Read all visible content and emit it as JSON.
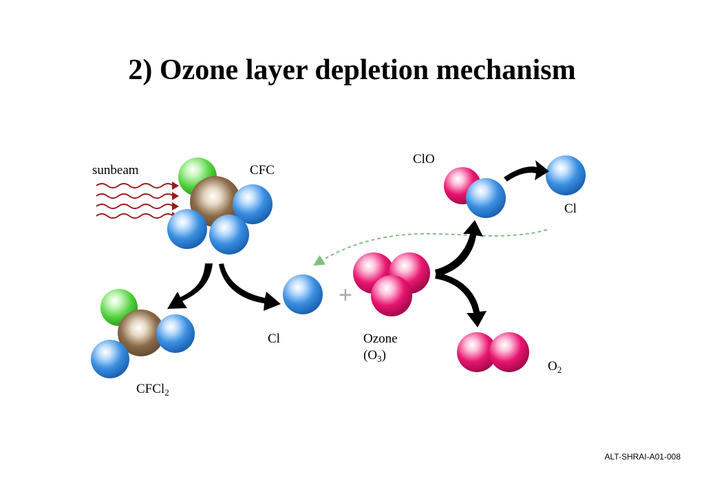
{
  "title": "2) Ozone layer depletion mechanism",
  "labels": {
    "sunbeam": "sunbeam",
    "cfc": "CFC",
    "clo": "ClO",
    "cl_top": "Cl",
    "cl_mid": "Cl",
    "ozone": "Ozone",
    "ozone_formula_prefix": "(O",
    "ozone_formula_sub": "3",
    "ozone_formula_suffix": ")",
    "o2_base": "O",
    "o2_sub": "2",
    "cfcl2_base": "CFCl",
    "cfcl2_sub": "2",
    "plus": "+"
  },
  "footer": "ALT-SHRAI-A01-008",
  "colors": {
    "chlorine": "#3a8fe0",
    "fluorine": "#4fd13a",
    "carbon": "#8a6a48",
    "oxygen": "#e8156f",
    "sunbeam": "#9a1a1a",
    "arrow": "#000000",
    "regen_arrow": "#7fc07f"
  }
}
